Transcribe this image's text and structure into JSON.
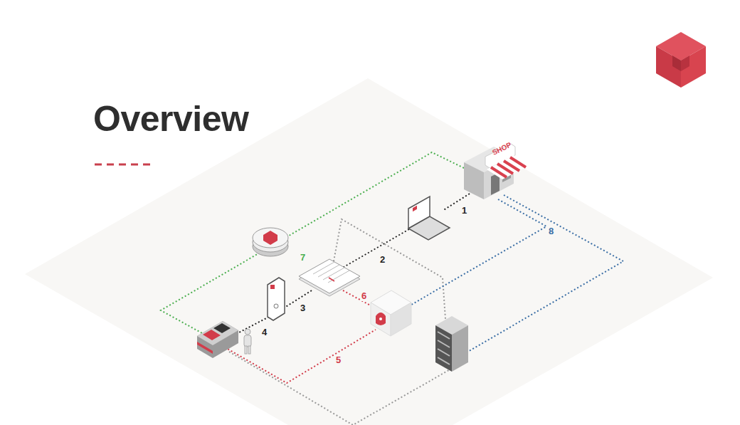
{
  "diagram": {
    "title": "Overview",
    "nodes": [
      {
        "text": [
          "SHOP"
        ]
      }
    ],
    "labels": [
      "1",
      "2",
      "3",
      "4",
      "5",
      "6",
      "7",
      "8"
    ]
  }
}
